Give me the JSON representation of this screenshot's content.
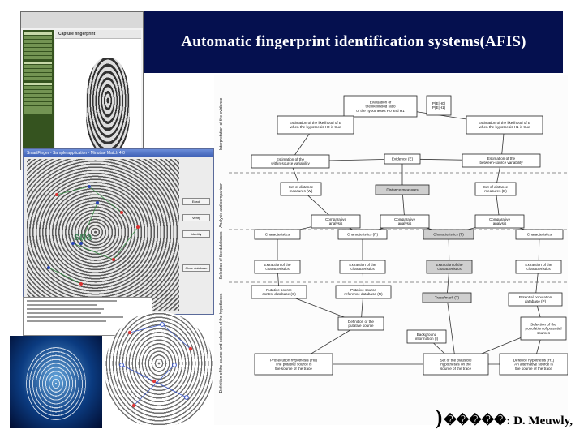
{
  "title": "Automatic fingerprint identification systems(AFIS)",
  "credit": {
    "prefix": ")",
    "garbled": "�����",
    "author": ": D. Meuwly,"
  },
  "screens": {
    "browser_header": "Capture fingerprint",
    "app_title": "SmartFinger - Sample application - Minutiae Match 4.0",
    "watermark": "sna",
    "buttons": [
      "Enroll",
      "Verify",
      "Identify",
      "Clear database"
    ]
  },
  "flow": {
    "nodes": [
      {
        "id": "evaluation",
        "lines": [
          "Evaluation of",
          "the likelihood ratio",
          "of the hypotheses H0 and H1"
        ],
        "shaded": false
      },
      {
        "id": "formula",
        "lines": [
          "P(E|H0)",
          "P(E|H1)"
        ],
        "shaded": false
      },
      {
        "id": "est-h0",
        "lines": [
          "Estimation of the likelihood of E",
          "when the hypothesis H0 is true"
        ],
        "shaded": false
      },
      {
        "id": "est-h1",
        "lines": [
          "Estimation of the likelihood of E",
          "when the hypothesis H1 is true"
        ],
        "shaded": false
      },
      {
        "id": "within",
        "lines": [
          "Estimation of the",
          "within-source variability"
        ],
        "shaded": false
      },
      {
        "id": "evidence",
        "lines": [
          "Evidence (E)"
        ],
        "shaded": false
      },
      {
        "id": "between",
        "lines": [
          "Estimation of the",
          "between-source variability"
        ],
        "shaded": false
      },
      {
        "id": "set-w",
        "lines": [
          "Set of distance",
          "measures (W)"
        ],
        "shaded": false
      },
      {
        "id": "distance",
        "lines": [
          "Distance measures"
        ],
        "shaded": true
      },
      {
        "id": "set-b",
        "lines": [
          "Set of distance",
          "measures (B)"
        ],
        "shaded": false
      },
      {
        "id": "comp-c",
        "lines": [
          "Comparative",
          "analysis"
        ],
        "shaded": false
      },
      {
        "id": "comp-m",
        "lines": [
          "Comparative",
          "analysis"
        ],
        "shaded": false
      },
      {
        "id": "comp-p",
        "lines": [
          "Comparative",
          "analysis"
        ],
        "shaded": false
      },
      {
        "id": "char-c",
        "lines": [
          "Characteristics"
        ],
        "shaded": false
      },
      {
        "id": "char-r",
        "lines": [
          "Characteristics (R)"
        ],
        "shaded": false
      },
      {
        "id": "char-t",
        "lines": [
          "Characteristics (T)"
        ],
        "shaded": true
      },
      {
        "id": "char-p",
        "lines": [
          "Characteristics"
        ],
        "shaded": false
      },
      {
        "id": "ext-c",
        "lines": [
          "Extraction of the",
          "characteristics"
        ],
        "shaded": false
      },
      {
        "id": "ext-r",
        "lines": [
          "Extraction of the",
          "characteristics"
        ],
        "shaded": false
      },
      {
        "id": "ext-t",
        "lines": [
          "Extraction of the",
          "characteristics"
        ],
        "shaded": true
      },
      {
        "id": "ext-p",
        "lines": [
          "Extraction of the",
          "characteristics"
        ],
        "shaded": false
      },
      {
        "id": "db-c",
        "lines": [
          "Putative source",
          "control database (C)"
        ],
        "shaded": false
      },
      {
        "id": "db-r",
        "lines": [
          "Putative source",
          "reference database (R)"
        ],
        "shaded": false
      },
      {
        "id": "trace",
        "lines": [
          "Trace/mark (T)"
        ],
        "shaded": true
      },
      {
        "id": "db-p",
        "lines": [
          "Potential population",
          "database (P)"
        ],
        "shaded": false
      },
      {
        "id": "selection",
        "lines": [
          "Selection of the",
          "population of potential",
          "sources"
        ],
        "shaded": false
      },
      {
        "id": "background",
        "lines": [
          "Background",
          "information (I)"
        ],
        "shaded": false
      },
      {
        "id": "definition",
        "lines": [
          "Definition of the",
          "putative source"
        ],
        "shaded": false
      },
      {
        "id": "prosecution",
        "lines": [
          "Prosecution hypothesis (H0)",
          "The putative source is",
          "the source of the trace"
        ],
        "shaded": false
      },
      {
        "id": "set-h",
        "lines": [
          "Set of the plausible",
          "hypotheses on the",
          "source of the trace"
        ],
        "shaded": false
      },
      {
        "id": "defence",
        "lines": [
          "Defence hypothesis (H1)",
          "An alternative source is",
          "the source of the trace"
        ],
        "shaded": false
      }
    ],
    "side_labels": [
      "Interpretation of the evidence",
      "Analysis and comparison",
      "Selection of the databases",
      "Definition of the source and selection of the hypotheses"
    ]
  }
}
